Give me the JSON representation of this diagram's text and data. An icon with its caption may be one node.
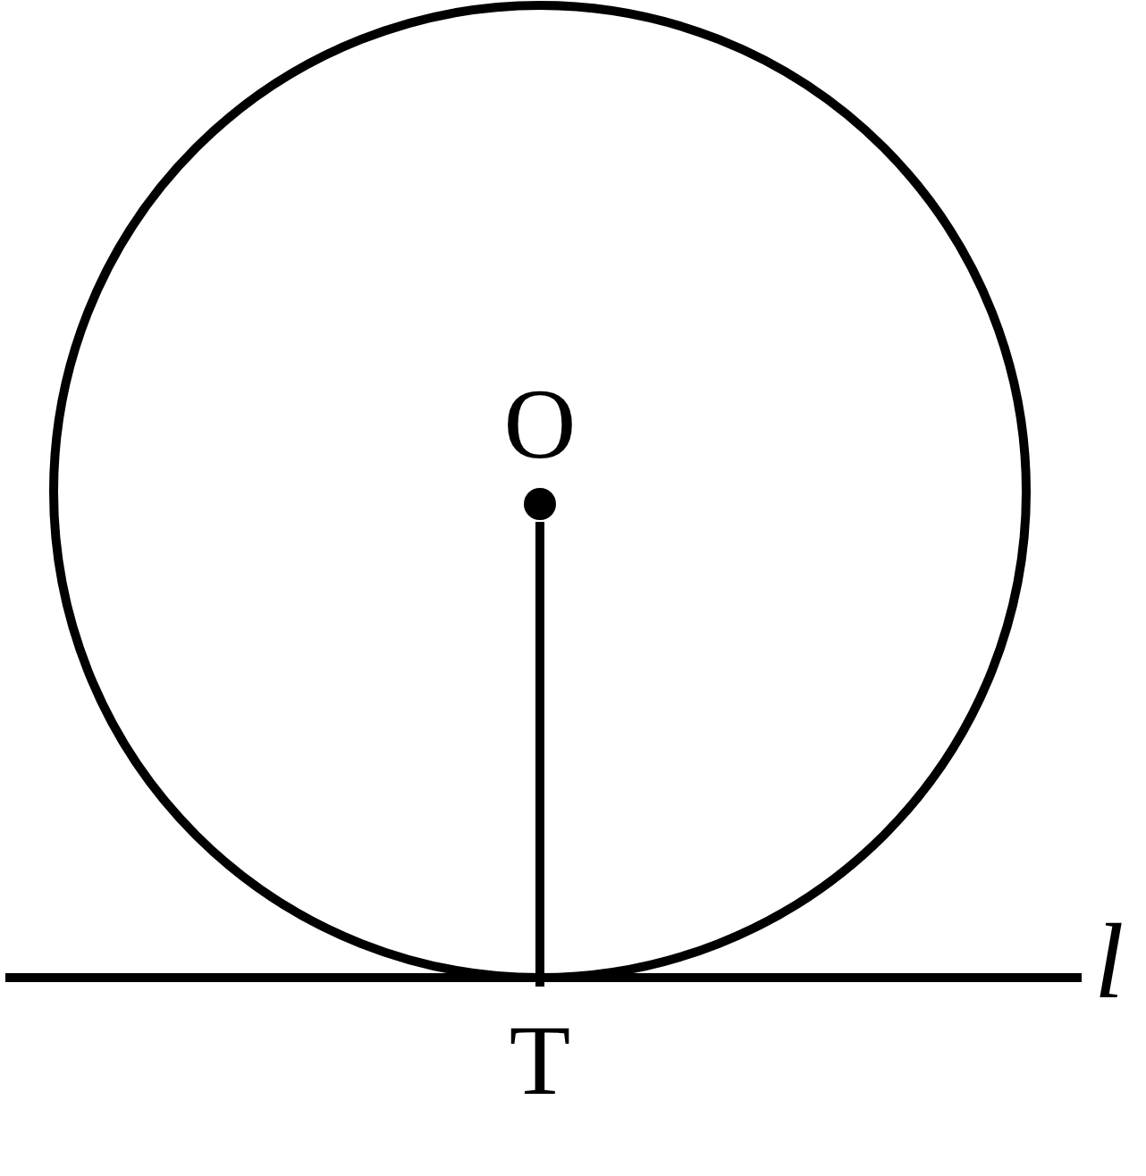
{
  "diagram": {
    "nodes": [
      {
        "text": [
          "O"
        ]
      },
      {
        "text": [
          "T"
        ]
      }
    ],
    "edges": [
      {
        "from": 0,
        "to": 1,
        "arrow": "none"
      }
    ],
    "labels": [
      "l"
    ]
  }
}
